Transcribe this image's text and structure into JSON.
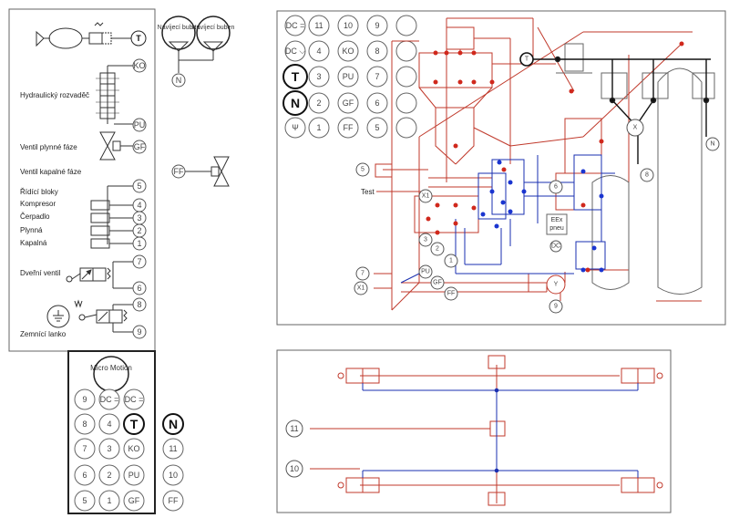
{
  "left_panel": {
    "labels": {
      "hydraulic": "Hydraulický rozvaděč",
      "gas_valve": "Ventil plynné fáze",
      "liquid_valve": "Ventil kapalné fáze",
      "control_blocks": "Řídící bloky",
      "compressor": "Kompresor",
      "pump": "Čerpadlo",
      "gas": "Plynná",
      "liquid": "Kapalná",
      "door_valve": "Dveřní ventil",
      "ground": "Zemnící lanko"
    },
    "badges": {
      "t": "T",
      "ko": "KO",
      "pu": "PU",
      "gf": "GF",
      "ff": "FF",
      "n": "N",
      "n5": "5",
      "n4": "4",
      "n3": "3",
      "n2": "2",
      "n1": "1",
      "n7": "7",
      "n6": "6",
      "n8": "8",
      "n9": "9"
    },
    "reels": [
      "Navíjecí buben",
      "Navíjecí buben"
    ]
  },
  "keypad": {
    "micro_motion": "Micro Motion",
    "buttons": [
      [
        "9",
        "DC =",
        "DC ="
      ],
      [
        "8",
        "4",
        "T"
      ],
      [
        "7",
        "3",
        "KO"
      ],
      [
        "6",
        "2",
        "PU"
      ],
      [
        "5",
        "1",
        "GF"
      ]
    ],
    "side": [
      "N",
      "11",
      "10",
      "FF"
    ]
  },
  "top_panel": {
    "grid": [
      [
        "DC =",
        "11",
        "10",
        "9",
        ""
      ],
      [
        "DC ⌵",
        "4",
        "KO",
        "8",
        ""
      ],
      [
        "T",
        "3",
        "PU",
        "7",
        ""
      ],
      [
        "N",
        "2",
        "GF",
        "6",
        ""
      ],
      [
        "Ψ",
        "1",
        "FF",
        "5",
        ""
      ]
    ],
    "labels": {
      "test": "Test",
      "x1a": "X1",
      "x1b": "X1",
      "eex": "EEx",
      "pneu": "pneu",
      "dc": "DC",
      "y": "Y",
      "t": "T",
      "n": "N",
      "x": "X",
      "c5": "5",
      "c6": "6",
      "c7": "7",
      "c8": "8",
      "c9": "9",
      "c3": "3",
      "c2": "2",
      "c1": "1",
      "pu": "PU",
      "gf": "GF",
      "ff": "FF"
    }
  },
  "bottom_panel": {
    "labels": {
      "c11": "11",
      "c10": "10"
    }
  }
}
